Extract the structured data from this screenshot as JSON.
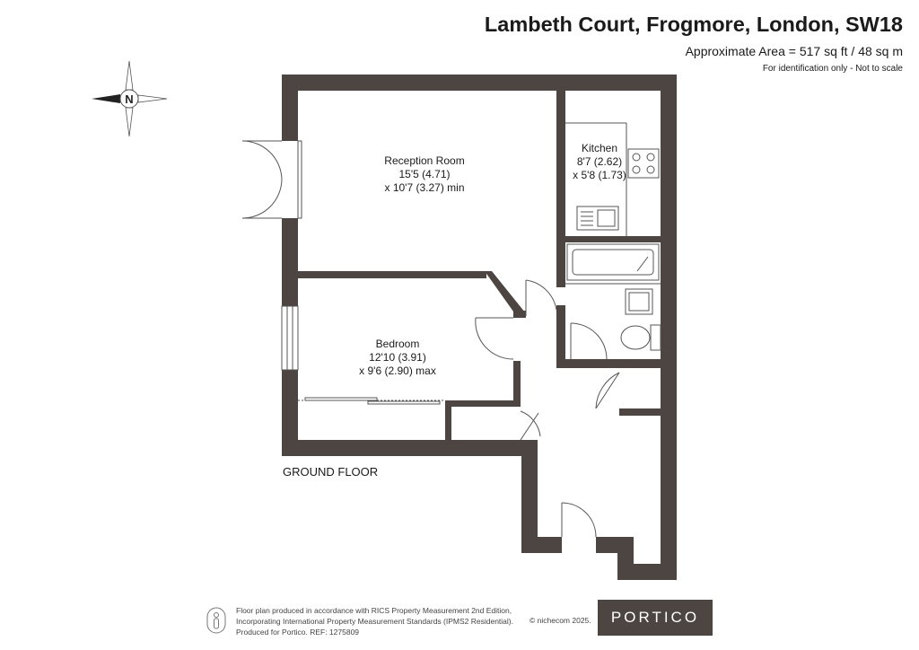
{
  "header": {
    "title": "Lambeth Court, Frogmore, London, SW18",
    "area": "Approximate Area = 517 sq ft / 48 sq m",
    "note": "For identification only - Not to scale"
  },
  "compass": {
    "label": "N"
  },
  "rooms": {
    "reception": {
      "name": "Reception Room",
      "dim1": "15'5 (4.71)",
      "dim2": "x 10'7 (3.27) min"
    },
    "kitchen": {
      "name": "Kitchen",
      "dim1": "8'7 (2.62)",
      "dim2": "x 5'8 (1.73)"
    },
    "bedroom": {
      "name": "Bedroom",
      "dim1": "12'10 (3.91)",
      "dim2": "x 9'6 (2.90) max"
    }
  },
  "floor_label": "GROUND FLOOR",
  "footer": {
    "line1": "Floor plan produced in accordance with RICS Property Measurement 2nd Edition,",
    "line2": "Incorporating International Property Measurement Standards (IPMS2 Residential).",
    "line3": "Produced for Portico.   REF:  1275809",
    "copyright": "© nichecom 2025."
  },
  "brand": "PORTICO",
  "colors": {
    "wall": "#4c4542",
    "fixture": "#555555",
    "brand_bg": "#4c4542"
  }
}
